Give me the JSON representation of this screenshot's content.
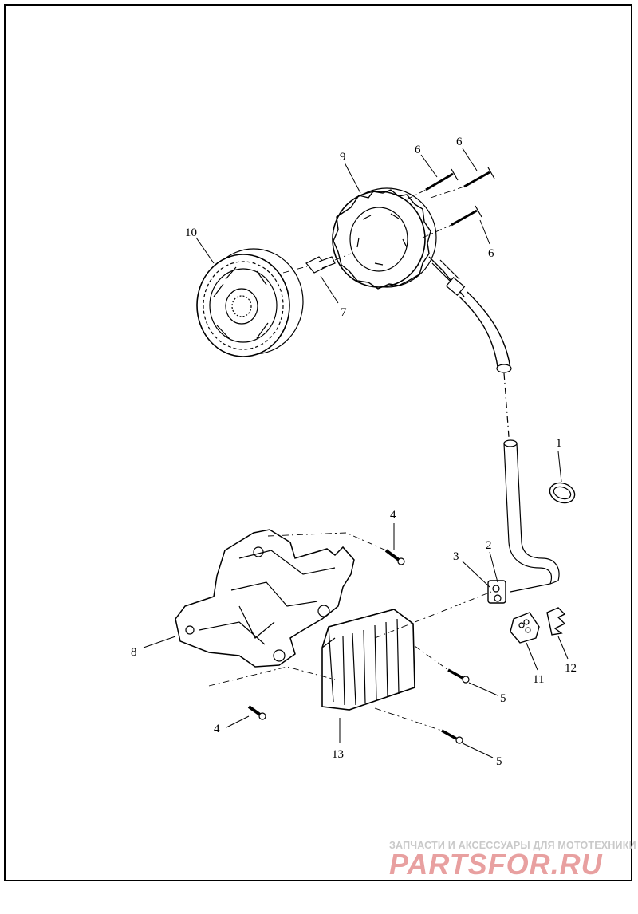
{
  "callouts": [
    {
      "id": "c1",
      "text": "1"
    },
    {
      "id": "c2",
      "text": "2"
    },
    {
      "id": "c3",
      "text": "3"
    },
    {
      "id": "c4a",
      "text": "4"
    },
    {
      "id": "c4b",
      "text": "4"
    },
    {
      "id": "c5a",
      "text": "5"
    },
    {
      "id": "c5b",
      "text": "5"
    },
    {
      "id": "c6a",
      "text": "6"
    },
    {
      "id": "c6b",
      "text": "6"
    },
    {
      "id": "c6c",
      "text": "6"
    },
    {
      "id": "c7",
      "text": "7"
    },
    {
      "id": "c8",
      "text": "8"
    },
    {
      "id": "c9",
      "text": "9"
    },
    {
      "id": "c10",
      "text": "10"
    },
    {
      "id": "c11",
      "text": "11"
    },
    {
      "id": "c12",
      "text": "12"
    },
    {
      "id": "c13",
      "text": "13"
    }
  ],
  "watermark": {
    "tagline": "ЗАПЧАСТИ И АКСЕССУАРЫ ДЛЯ МОТОТЕХНИКИ",
    "logo": "PARTSFOR.RU",
    "color_tagline": "#c9c9c9",
    "color_logo": "#e8a0a0"
  },
  "colors": {
    "line": "#000000",
    "background": "#ffffff"
  }
}
